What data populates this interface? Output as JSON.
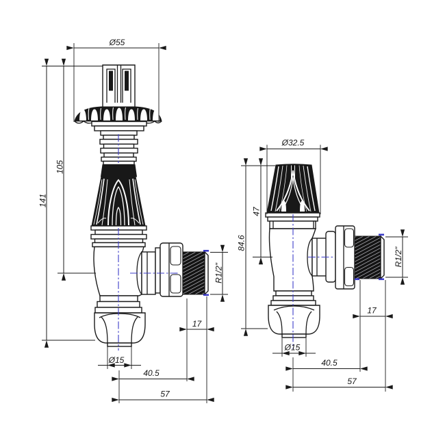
{
  "colors": {
    "background": "#ffffff",
    "line": "#1a1a1a",
    "centerline": "#3c3cc8",
    "text": "#141414"
  },
  "left_valve": {
    "dims": {
      "head_diameter": "Ø55",
      "overall_height": "141",
      "height_to_outlet_center": "105",
      "outlet_thread": "R1/2\"",
      "outlet_thread_length": "17",
      "inlet_pipe_diameter": "Ø15",
      "center_to_union_face": "40.5",
      "center_to_thread_end": "57"
    }
  },
  "right_valve": {
    "dims": {
      "head_diameter": "Ø32.5",
      "head_height": "47",
      "overall_height": "84.6",
      "outlet_thread": "R1/2\"",
      "outlet_thread_length": "17",
      "inlet_pipe_diameter": "Ø15",
      "center_to_union_face": "40.5",
      "center_to_thread_end": "57"
    }
  }
}
